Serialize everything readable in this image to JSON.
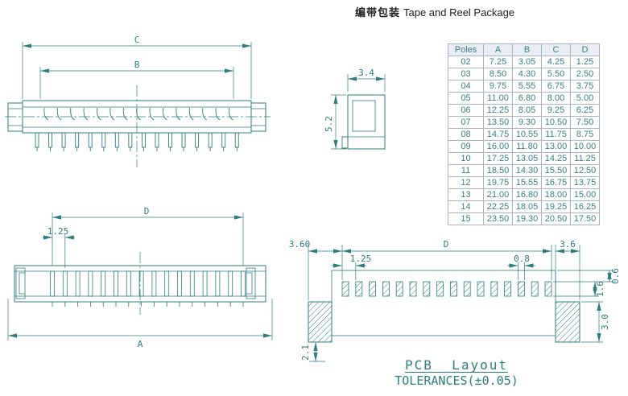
{
  "title": {
    "zh": "编带包装",
    "en": "Tape and Reel Package"
  },
  "table": {
    "headers": [
      "Poles",
      "A",
      "B",
      "C",
      "D"
    ],
    "rows": [
      [
        "02",
        "7.25",
        "3.05",
        "4.25",
        "1.25"
      ],
      [
        "03",
        "8.50",
        "4.30",
        "5.50",
        "2.50"
      ],
      [
        "04",
        "9.75",
        "5.55",
        "6.75",
        "3.75"
      ],
      [
        "05",
        "11.00",
        "6.80",
        "8.00",
        "5.00"
      ],
      [
        "06",
        "12.25",
        "8.05",
        "9.25",
        "6.25"
      ],
      [
        "07",
        "13.50",
        "9.30",
        "10.50",
        "7.50"
      ],
      [
        "08",
        "14.75",
        "10.55",
        "11.75",
        "8.75"
      ],
      [
        "09",
        "16.00",
        "11.80",
        "13.00",
        "10.00"
      ],
      [
        "10",
        "17.25",
        "13.05",
        "14.25",
        "11.25"
      ],
      [
        "11",
        "18.50",
        "14.30",
        "15.50",
        "12.50"
      ],
      [
        "12",
        "19.75",
        "15.55",
        "16.75",
        "13.75"
      ],
      [
        "13",
        "21.00",
        "16.80",
        "18.00",
        "15.00"
      ],
      [
        "14",
        "22.25",
        "18.05",
        "19.25",
        "16.25"
      ],
      [
        "15",
        "23.50",
        "19.30",
        "20.50",
        "17.50"
      ]
    ]
  },
  "drawings": {
    "top_view": {
      "dim_C": "C",
      "dim_B": "B"
    },
    "side_view": {
      "dim_width": "3.4",
      "dim_height": "5.2"
    },
    "front_view": {
      "dim_D": "D",
      "dim_pitch": "1.25",
      "dim_A": "A"
    },
    "pcb_layout": {
      "dim_left_offset": "3.60",
      "dim_D": "D",
      "dim_pitch": "1.25",
      "dim_pad_width": "0.8",
      "dim_right_pad": "3.6",
      "dim_pad_height": "1.6",
      "dim_edge_gap": "0.6",
      "dim_big_pad_height": "3.0",
      "dim_big_pad_width": "2.1",
      "caption": "PCB  Layout",
      "tolerances": "TOLERANCES(±0.05)"
    }
  },
  "colors": {
    "line": "#2f7c7e",
    "table_border": "#a9b4c4",
    "header_bg": "#eaedf4"
  }
}
